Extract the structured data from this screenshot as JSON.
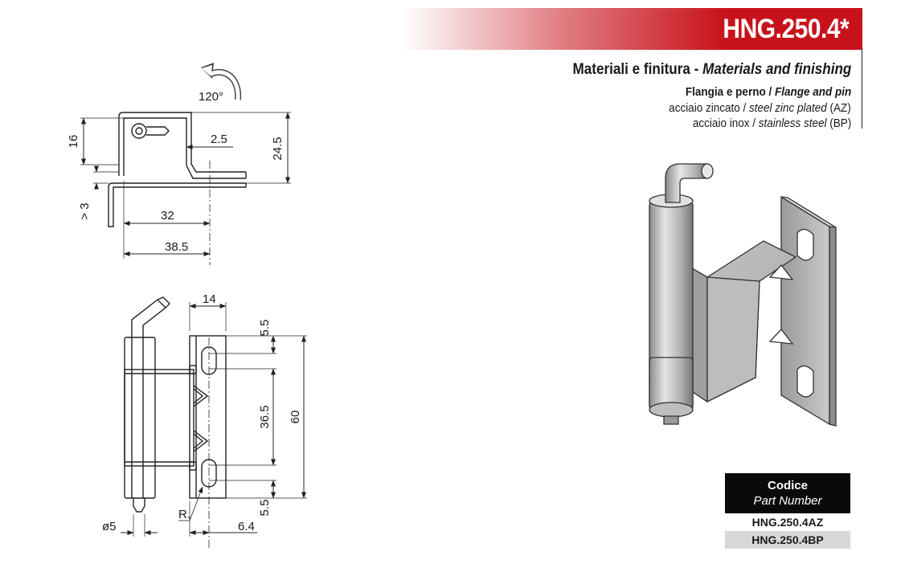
{
  "header": {
    "code": "HNG.250.4*"
  },
  "materials": {
    "title_it": "Materiali e finitura - ",
    "title_en": "Materials and finishing",
    "subtitle_it": "Flangia e perno / ",
    "subtitle_en": "Flange and pin",
    "options": [
      {
        "it": "acciaio zincato / ",
        "en": "steel zinc plated",
        "code": " (AZ)"
      },
      {
        "it": "acciaio inox / ",
        "en": "stainless steel",
        "code": " (BP)"
      }
    ]
  },
  "drawing": {
    "dims": {
      "angle": "120°",
      "d16": "16",
      "d2_5": "2.5",
      "d24_5": "24.5",
      "d3": "> 3",
      "d32": "32",
      "d38_5": "38.5",
      "d14": "14",
      "d5_5_top": "5.5",
      "d36_5": "36.5",
      "d60": "60",
      "d5_5_bottom": "5.5",
      "phi5": "ø5",
      "r": "R.",
      "d6_4": "6.4"
    }
  },
  "table": {
    "header_it": "Codice",
    "header_en": "Part Number",
    "rows": [
      "HNG.250.4AZ",
      "HNG.250.4BP"
    ]
  }
}
